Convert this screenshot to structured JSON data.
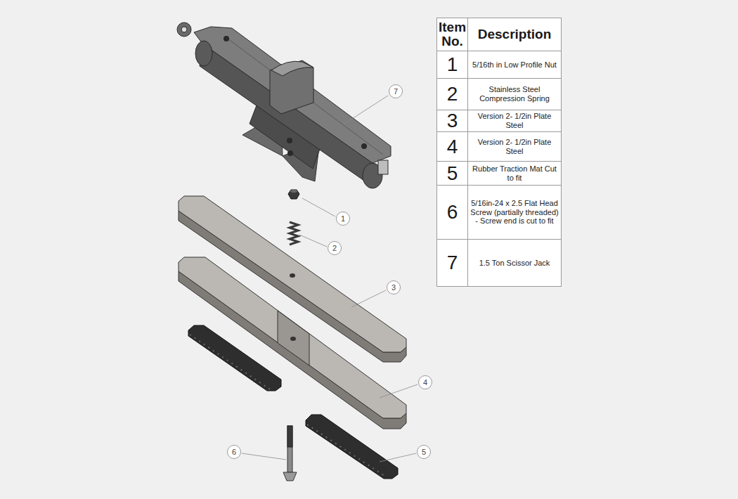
{
  "diagram": {
    "nodes": [
      {
        "text": [
          "7"
        ]
      },
      {
        "text": [
          "1"
        ]
      },
      {
        "text": [
          "2"
        ]
      },
      {
        "text": [
          "3"
        ]
      },
      {
        "text": [
          "4"
        ]
      },
      {
        "text": [
          "6"
        ]
      },
      {
        "text": [
          "5"
        ]
      }
    ],
    "labels": [
      "Item No.",
      "Description",
      "1",
      "5/16th in Low Profile Nut",
      "2",
      "Stainless Steel Compression Spring",
      "3",
      "Version 2- 1/2in Plate Steel",
      "4",
      "Version 2- 1/2in Plate Steel",
      "5",
      "Rubber Traction Mat Cut to fit",
      "6",
      "5/16in-24 x 2.5 Flat Head Screw (partially threaded) - Screw end is cut to fit",
      "7",
      "1.5 Ton Scissor Jack"
    ]
  }
}
